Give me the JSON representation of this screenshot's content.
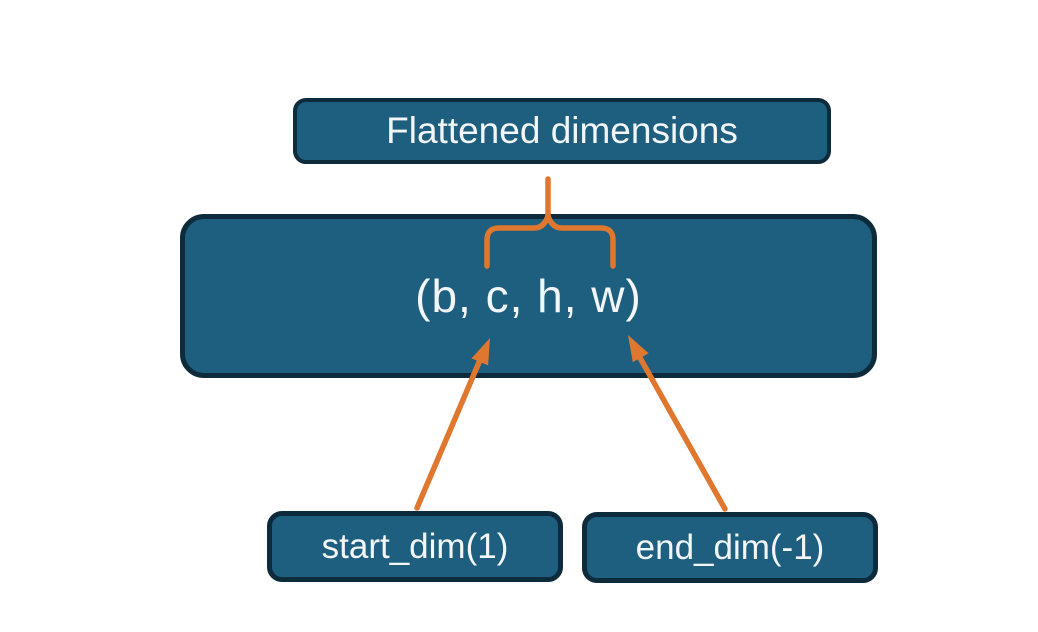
{
  "diagram": {
    "title_node": {
      "label": "Flattened dimensions"
    },
    "tensor_node": {
      "label": "(b, c, h, w)"
    },
    "start_dim_node": {
      "label": "start_dim(1)"
    },
    "end_dim_node": {
      "label": "end_dim(-1)"
    },
    "colors": {
      "node_fill": "#1E5F80",
      "node_border": "#0D2B3A",
      "node_text": "#F2F6F7",
      "accent_orange": "#E0772F",
      "background": "#FFFFFF"
    }
  }
}
